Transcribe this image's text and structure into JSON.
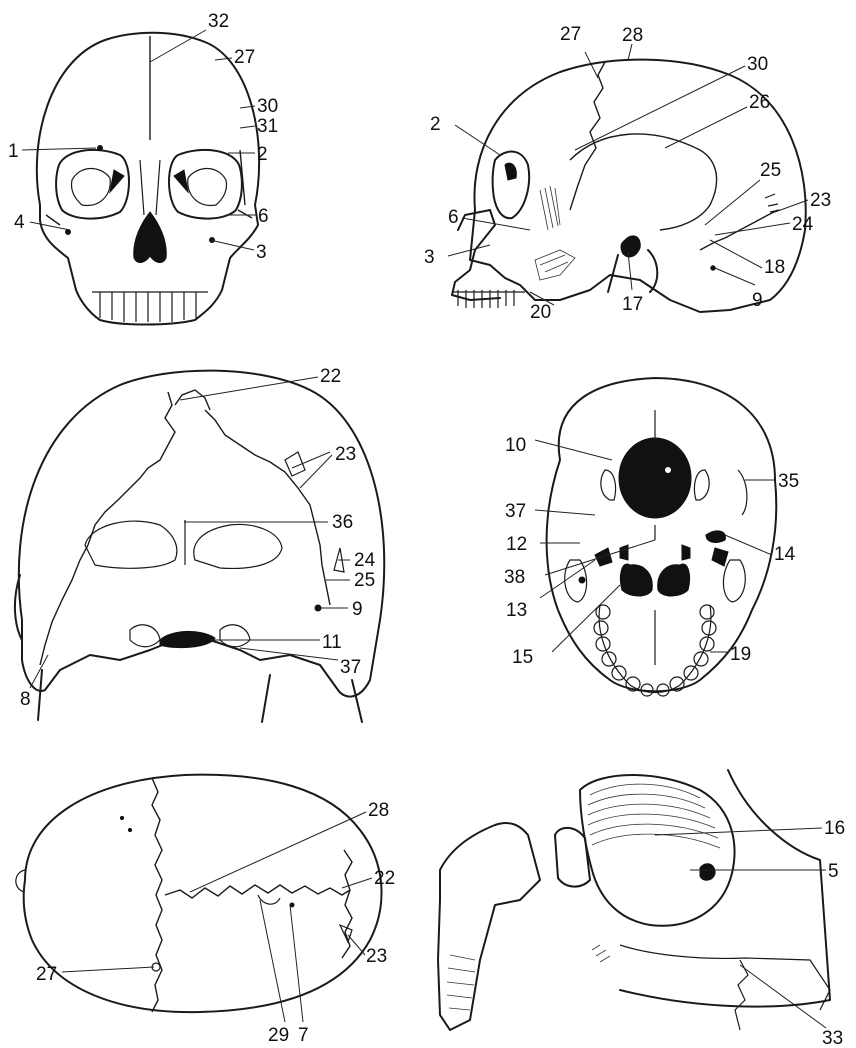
{
  "figures": [
    {
      "id": "anterior",
      "labels": [
        "32",
        "27",
        "30",
        "31",
        "1",
        "2",
        "4",
        "6",
        "3"
      ]
    },
    {
      "id": "lateral",
      "labels": [
        "27",
        "28",
        "30",
        "26",
        "2",
        "25",
        "23",
        "6",
        "24",
        "18",
        "3",
        "9",
        "20",
        "17"
      ]
    },
    {
      "id": "posterior",
      "labels": [
        "22",
        "23",
        "36",
        "24",
        "25",
        "9",
        "11",
        "8",
        "37"
      ]
    },
    {
      "id": "inferior",
      "labels": [
        "10",
        "35",
        "37",
        "12",
        "14",
        "38",
        "13",
        "15",
        "19"
      ]
    },
    {
      "id": "superior",
      "labels": [
        "28",
        "22",
        "23",
        "27",
        "29",
        "7"
      ]
    },
    {
      "id": "detail",
      "labels": [
        "16",
        "5",
        "33"
      ]
    }
  ]
}
